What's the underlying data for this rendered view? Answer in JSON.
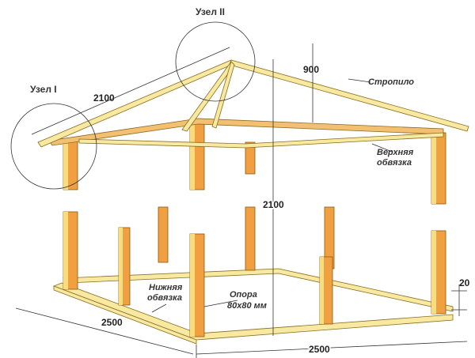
{
  "title": "Каркас беседки",
  "labels": {
    "node_1": "Узел I",
    "node_2": "Узел II",
    "rafter": "Стропило",
    "top_plate_1": "Верхняя",
    "top_plate_2": "обвязка",
    "bottom_plate_1": "Нижняя",
    "bottom_plate_2": "обвязка",
    "post_1": "Опора",
    "post_2": "80x80 мм"
  },
  "dimensions": {
    "rafter_length": "2100",
    "roof_height": "900",
    "post_height": "2100",
    "base_offset": "20",
    "depth": "2500",
    "width": "2500"
  }
}
